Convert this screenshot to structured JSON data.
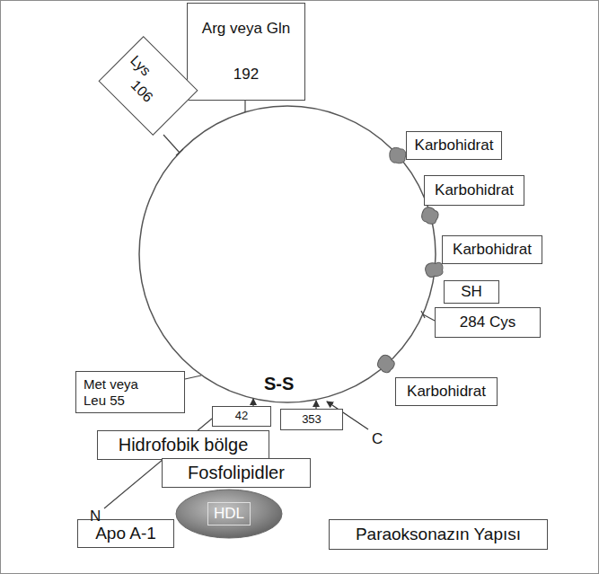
{
  "diagram": {
    "nodes": [
      {
        "text": [
          "Arg veya Gln",
          "192"
        ]
      },
      {
        "text": [
          "Lys",
          "106"
        ]
      },
      {
        "text": [
          "Karbohidrat"
        ]
      },
      {
        "text": [
          "Karbohidrat"
        ]
      },
      {
        "text": [
          "Karbohidrat"
        ]
      },
      {
        "text": [
          "SH"
        ]
      },
      {
        "text": [
          "284 Cys"
        ]
      },
      {
        "text": [
          "Met veya Leu 55"
        ]
      },
      {
        "text": [
          "Karbohidrat"
        ]
      },
      {
        "text": [
          "42"
        ]
      },
      {
        "text": [
          "353"
        ]
      },
      {
        "text": [
          "Hidrofobik bölge"
        ]
      },
      {
        "text": [
          "Fosfolipidler"
        ]
      },
      {
        "text": [
          "HDL"
        ]
      },
      {
        "text": [
          "Apo A-1"
        ]
      },
      {
        "text": [
          "Paraoksonazın Yapısı"
        ]
      }
    ],
    "labels": [
      "S-S",
      "C",
      "N"
    ]
  }
}
